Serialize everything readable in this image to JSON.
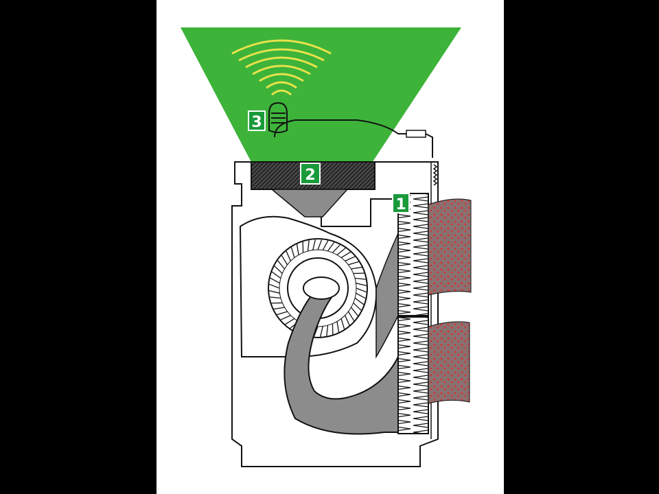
{
  "diagram": {
    "labels": [
      {
        "id": "label-1",
        "text": "1"
      },
      {
        "id": "label-2",
        "text": "2"
      },
      {
        "id": "label-3",
        "text": "3"
      }
    ]
  },
  "colors": {
    "background": "#000000",
    "panel": "#ffffff",
    "cone_green": "#3db33a",
    "label_green": "#1a9a3a",
    "wave_yellow": "#e8e24a",
    "duct_gray": "#8c8c8c",
    "filter_dark": "#2a2a2a",
    "material_gray": "#8a7070",
    "material_dots": "#d8322e",
    "outline": "#111111"
  },
  "icons": [
    "sound-waves-icon",
    "sensor-icon"
  ]
}
